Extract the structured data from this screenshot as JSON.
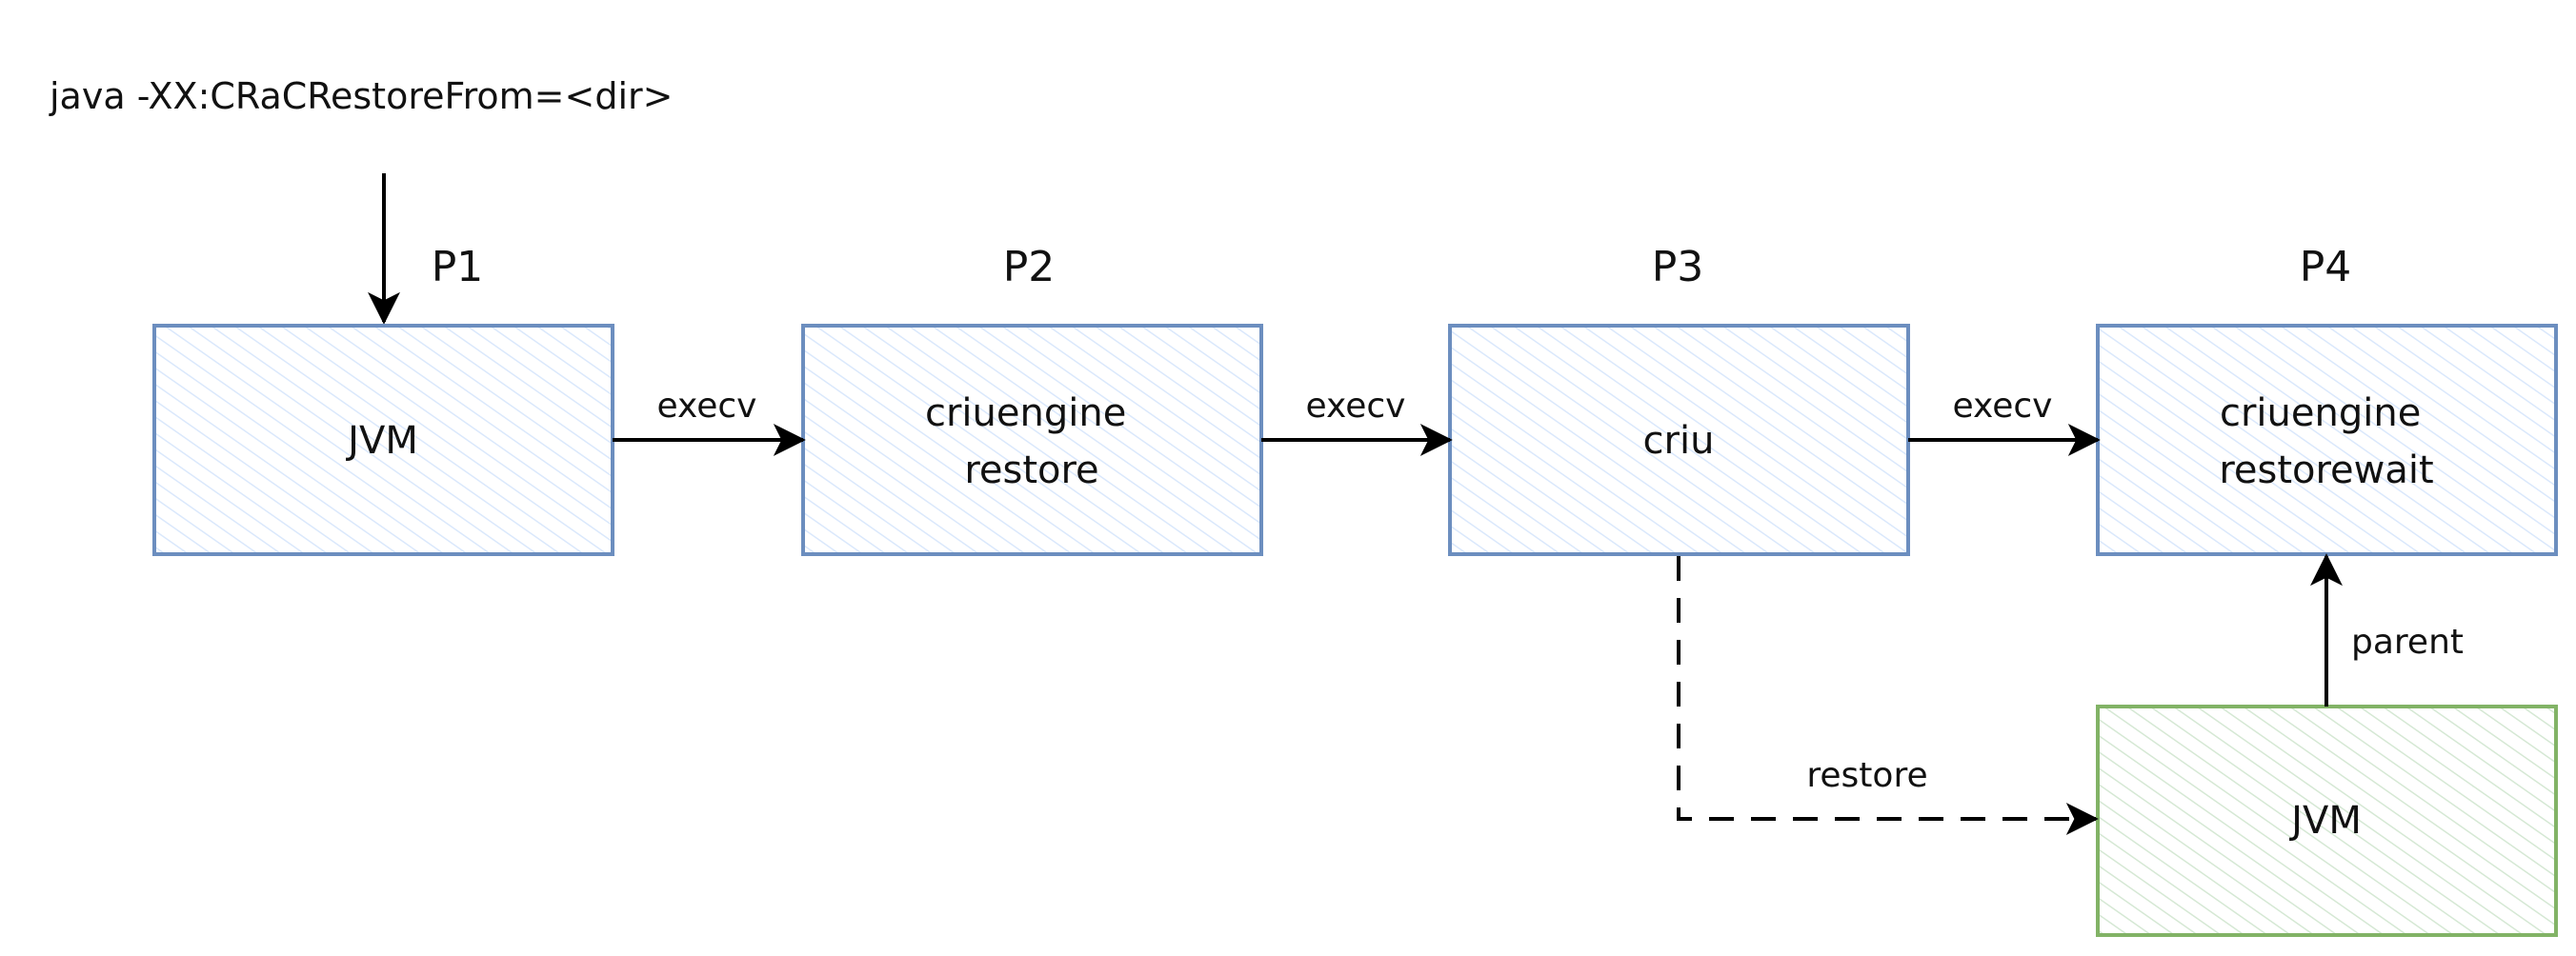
{
  "command": "java -XX:CRaCRestoreFrom=<dir>",
  "processes": [
    {
      "id": "P1",
      "label": "JVM"
    },
    {
      "id": "P2",
      "label": "criuengine\nrestore"
    },
    {
      "id": "P3",
      "label": "criu"
    },
    {
      "id": "P4",
      "label": "criuengine\nrestorewait"
    }
  ],
  "restored_jvm": {
    "label": "JVM"
  },
  "edges": {
    "p1_p2": "execv",
    "p2_p3": "execv",
    "p3_p4": "execv",
    "p3_jvm": "restore",
    "jvm_p4": "parent"
  },
  "colors": {
    "process_fill": "#dae8fc",
    "process_stroke": "#6c8ebf",
    "jvm_fill": "#d5e8d4",
    "jvm_stroke": "#82b366",
    "arrow": "#000000"
  }
}
